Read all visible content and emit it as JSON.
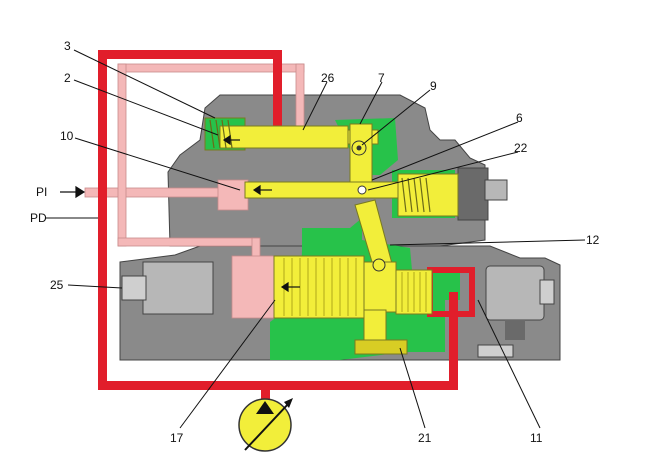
{
  "colors": {
    "supply_line": "#e11e2b",
    "signal_line": "#f4b8b8",
    "housing": "#8a8a8a",
    "housing_dark": "#5e5e5e",
    "piston": "#f2ee3a",
    "drain_area": "#27c24a",
    "leader": "#111111",
    "background": "#ffffff"
  },
  "symbols": {
    "pump": "pump-symbol"
  },
  "callouts": {
    "n3": "3",
    "n2": "2",
    "n26": "26",
    "n7": "7",
    "n9": "9",
    "n6": "6",
    "n10": "10",
    "n22": "22",
    "pi": "PI",
    "pd": "PD",
    "n12": "12",
    "n25": "25",
    "n17": "17",
    "n21": "21",
    "n11": "11"
  }
}
